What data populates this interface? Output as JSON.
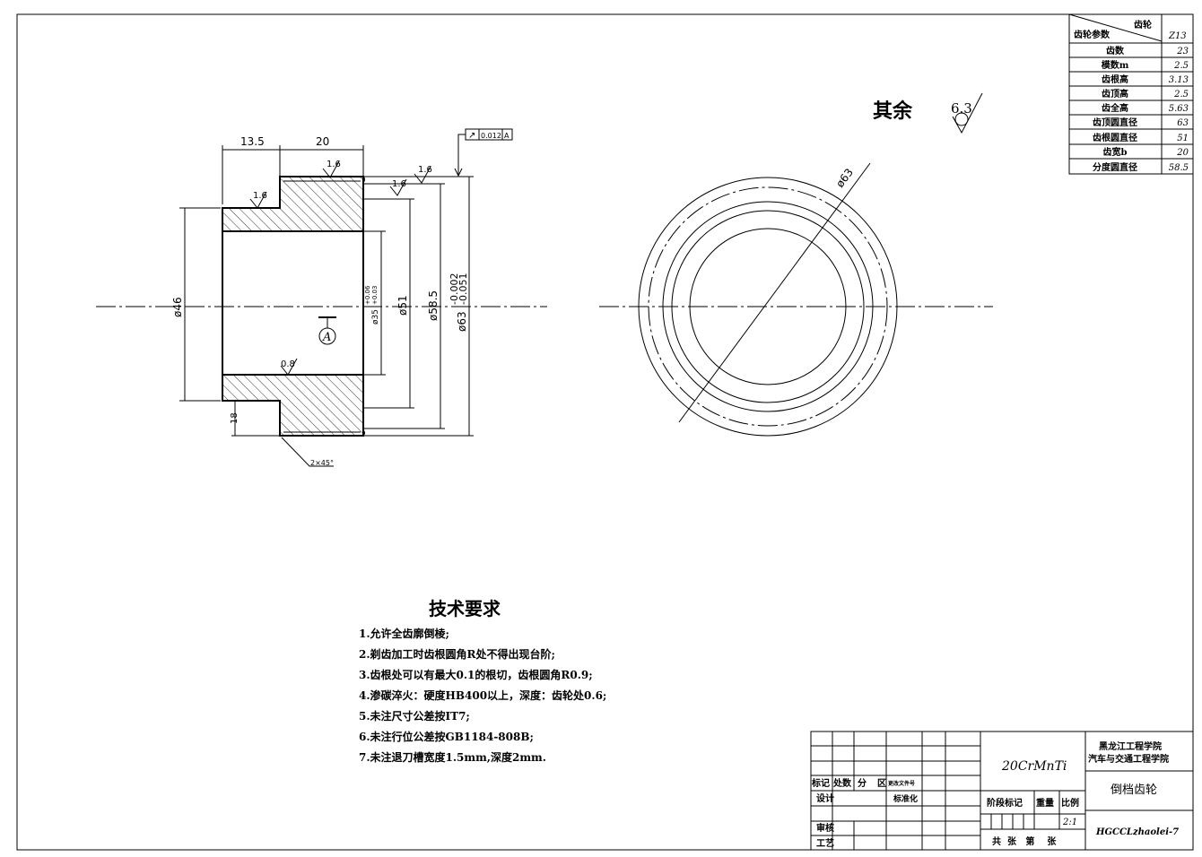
{
  "param_table": {
    "header_right": "齿轮",
    "header_left": "齿轮参数",
    "header_value": "Z13",
    "rows": [
      {
        "label": "齿数",
        "value": "23"
      },
      {
        "label": "模数m",
        "value": "2.5"
      },
      {
        "label": "齿根高",
        "value": "3.13"
      },
      {
        "label": "齿顶高",
        "value": "2.5"
      },
      {
        "label": "齿全高",
        "value": "5.63"
      },
      {
        "label": "齿顶圆直径",
        "value": "63"
      },
      {
        "label": "齿根圆直径",
        "value": "51"
      },
      {
        "label": "齿宽b",
        "value": "20"
      },
      {
        "label": "分度圆直径",
        "value": "58.5"
      }
    ]
  },
  "surface_note": {
    "label": "其余",
    "value": "6.3"
  },
  "section_view": {
    "dim_left_width": "13.5",
    "dim_right_width": "20",
    "tolerance_frame": {
      "symbol": "↗",
      "value": "0.012",
      "datum": "A"
    },
    "roughness": [
      "1.6",
      "1.6",
      "1.6",
      "1.6",
      "0.8"
    ],
    "dia_46": "ø46",
    "dia_35": "ø35",
    "dia_35_tol": "+0.06",
    "dia_35_tol2": "+0.03",
    "dia_51": "ø51",
    "dia_585": "ø58.5",
    "dia_63": "ø63",
    "dia_63_tol": "-0.002",
    "dia_63_tol2": "-0.051",
    "datum_label": "A",
    "dim_18": "18",
    "chamfer": "2×45°"
  },
  "end_view": {
    "dia_label": "ø63"
  },
  "tech_requirements": {
    "title": "技术要求",
    "items": [
      "1.允许全齿廓倒棱;",
      "2.剃齿加工时齿根圆角R处不得出现台阶;",
      "3.齿根处可以有最大0.1的根切，齿根圆角R0.9;",
      "4.渗碳淬火：硬度HB400以上，深度：齿轮处0.6;",
      "5.未注尺寸公差按IT7;",
      "6.未注行位公差按GB1184-808B;",
      "7.未注退刀槽宽度1.5mm,深度2mm."
    ]
  },
  "title_block": {
    "marks_row": [
      "标记",
      "处数",
      "分",
      "区",
      "更改文件号"
    ],
    "design": "设计",
    "standardize": "标准化",
    "review": "审核",
    "process": "工艺",
    "material": "20CrMnTi",
    "stage_mark": "阶段标记",
    "weight": "重量",
    "scale": "比例",
    "scale_value": "2:1",
    "sheets": "共  张   第    张",
    "school": "黑龙江工程学院",
    "college": "汽车与交通工程学院",
    "part_name": "倒档齿轮",
    "drawing_no": "HGCCLzhaolei-7"
  }
}
